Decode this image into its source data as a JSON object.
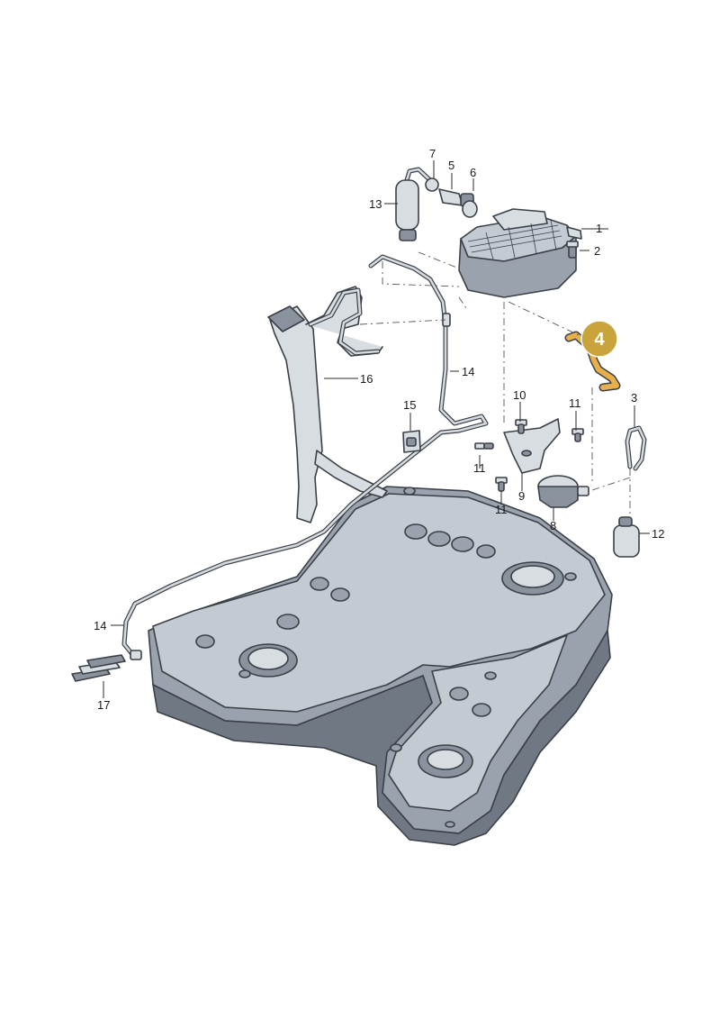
{
  "colors": {
    "highlight": "#e8b04a",
    "highlight_badge": "#c9a33b",
    "tank": "#9aa3ad",
    "line": "#3b4048"
  },
  "callouts": {
    "c1": "1",
    "c2": "2",
    "c3": "3",
    "c4": "4",
    "c5": "5",
    "c6": "6",
    "c7": "7",
    "c8": "8",
    "c9": "9",
    "c10": "10",
    "c11a": "11",
    "c11b": "11",
    "c11c": "11",
    "c12": "12",
    "c13": "13",
    "c14a": "14",
    "c14b": "14",
    "c15": "15",
    "c16": "16",
    "c17": "17"
  },
  "highlighted_part": "4"
}
